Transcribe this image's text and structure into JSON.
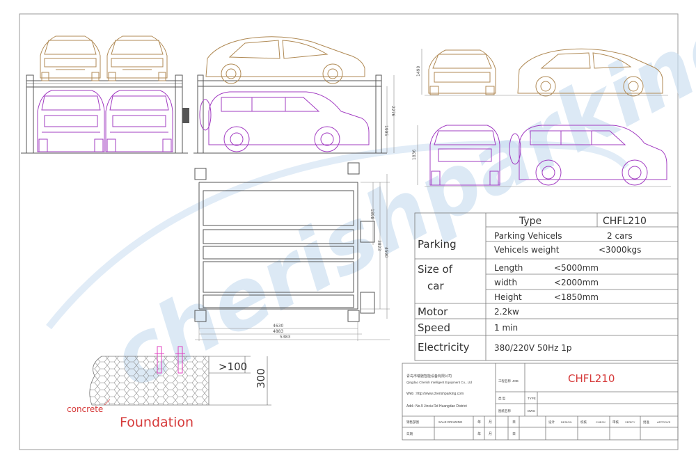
{
  "colors": {
    "frame": "#555555",
    "car_top": "#b08a55",
    "car_bottom": "#a23cc2",
    "watermark": "#c9ddf0",
    "red_text": "#d63a3a",
    "pink_bolt": "#e040c0",
    "table_line": "#777777",
    "dim_line": "#8a8a8a"
  },
  "watermark": "cherishparking",
  "side_view": {
    "dim_top": "1490",
    "dim_bottom": "1836"
  },
  "front_elevation": {
    "dim_a": "1995",
    "dim_b": "2276"
  },
  "plan": {
    "dim_width_inner": "4630",
    "dim_width_mid": "4883",
    "dim_width_outer": "5383",
    "dim_height_small": "1898",
    "dim_height_mid": "3823",
    "dim_height_outer": "4590"
  },
  "foundation": {
    "label_concrete": "concrete",
    "label_title": "Foundation",
    "dim_depth": ">100",
    "dim_thickness": "300"
  },
  "spec_table": {
    "type_label": "Type",
    "type_value": "CHFL210",
    "parking_label": "Parking",
    "parking_vehicles_label": "Parking Vehicels",
    "parking_vehicles_value": "2 cars",
    "vehicles_weight_label": "Vehicels weight",
    "vehicles_weight_value": "<3000kgs",
    "size_label_1": "Size of",
    "size_label_2": "car",
    "length_label": "Length",
    "length_value": "<5000mm",
    "width_label": "width",
    "width_value": "<2000mm",
    "height_label": "Height",
    "height_value": "<1850mm",
    "motor_label": "Motor",
    "motor_value": "2.2kw",
    "speed_label": "Speed",
    "speed_value": "1 min",
    "electricity_label": "Electricity",
    "electricity_value": "380/220V 50Hz 1p"
  },
  "title_block": {
    "company_cn": "青岛市瑞驰智能设备有限公司",
    "company_en": "Qingdao Cherish Intelligent Equipment Co., Ltd",
    "web": "Web : http://www.cherishparking.com",
    "address": "Add.: No.9 Jinxiu Rd Huangdao District",
    "job_cn": "工程名称",
    "job_en": "JOB",
    "drawing_no": "CHFL210",
    "type_cn": "类 型",
    "type_en": "TYPE",
    "dwg_cn": "图纸名称",
    "dwg_en": "DWG",
    "sale_cn": "销售部图",
    "sale_en": "SALE DRAWING",
    "design_cn": "设计",
    "design_en": "DESIGN",
    "check_cn": "校核",
    "check_en": "CHECK",
    "verify_cn": "审核",
    "verify_en": "VERIFY",
    "approve_cn": "批准",
    "approve_en": "APPROVE",
    "date_cn": "日期",
    "month_cn": "月",
    "day_cn": "日",
    "year_cn": "年"
  }
}
